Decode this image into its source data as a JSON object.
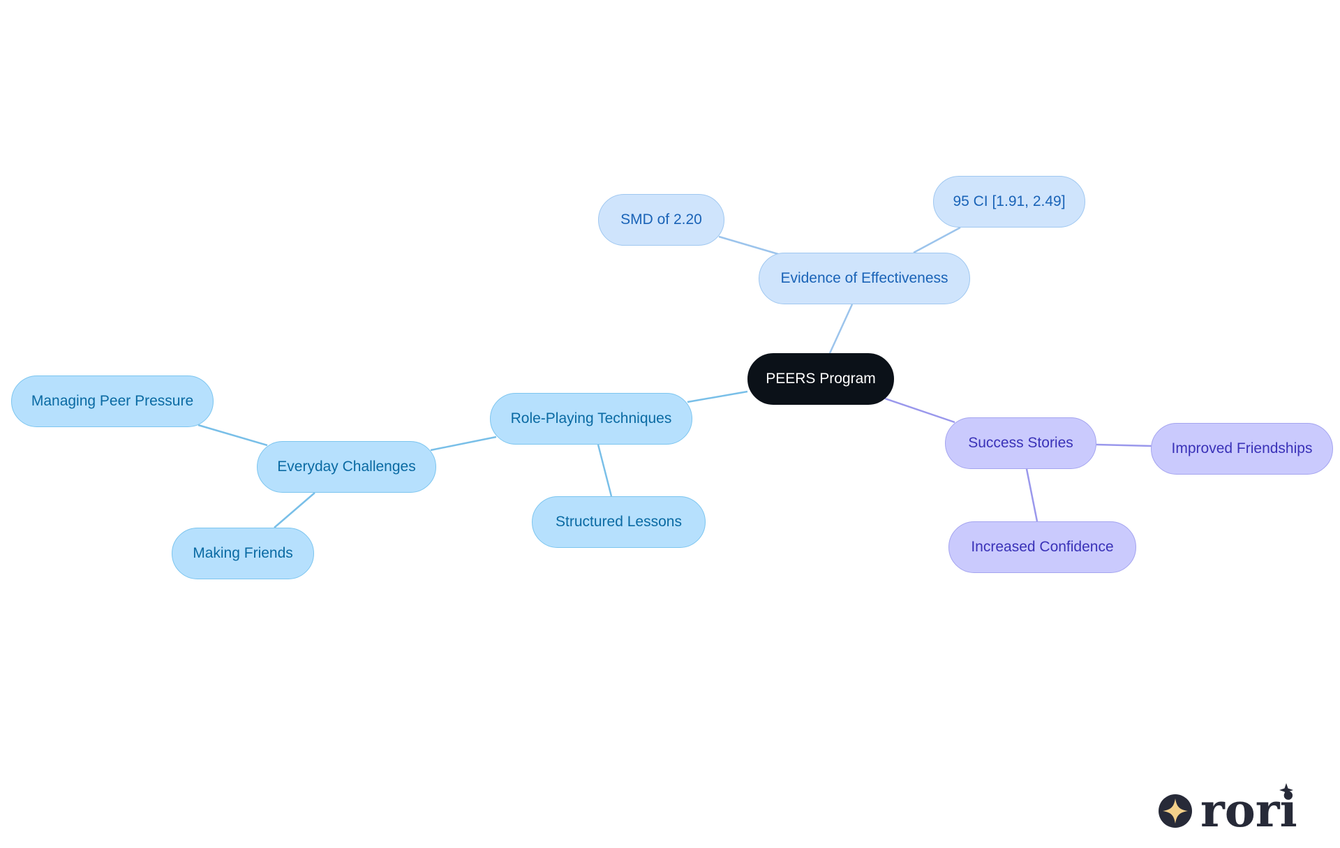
{
  "diagram": {
    "root": {
      "id": "peers",
      "label": "PEERS Program"
    },
    "nodes": [
      {
        "id": "evidence",
        "label": "Evidence of Effectiveness",
        "parent": "peers"
      },
      {
        "id": "smd",
        "label": "SMD of 2.20",
        "parent": "evidence"
      },
      {
        "id": "ci",
        "label": "95 CI [1.91, 2.49]",
        "parent": "evidence"
      },
      {
        "id": "roleplay",
        "label": "Role-Playing Techniques",
        "parent": "peers"
      },
      {
        "id": "structured",
        "label": "Structured Lessons",
        "parent": "roleplay"
      },
      {
        "id": "everyday",
        "label": "Everyday Challenges",
        "parent": "roleplay"
      },
      {
        "id": "peerpressure",
        "label": "Managing Peer Pressure",
        "parent": "everyday"
      },
      {
        "id": "makingfriends",
        "label": "Making Friends",
        "parent": "everyday"
      },
      {
        "id": "success",
        "label": "Success Stories",
        "parent": "peers"
      },
      {
        "id": "friendships",
        "label": "Improved Friendships",
        "parent": "success"
      },
      {
        "id": "confidence",
        "label": "Increased Confidence",
        "parent": "success"
      }
    ]
  },
  "colors": {
    "root_fill": "#0b1118",
    "sky_branch_fill": "#b6e0fd",
    "blue_branch_fill": "#cfe4fc",
    "violet_branch_fill": "#cacafd"
  },
  "logo": {
    "icon": "sparkle-circle-icon",
    "text": "rori"
  }
}
